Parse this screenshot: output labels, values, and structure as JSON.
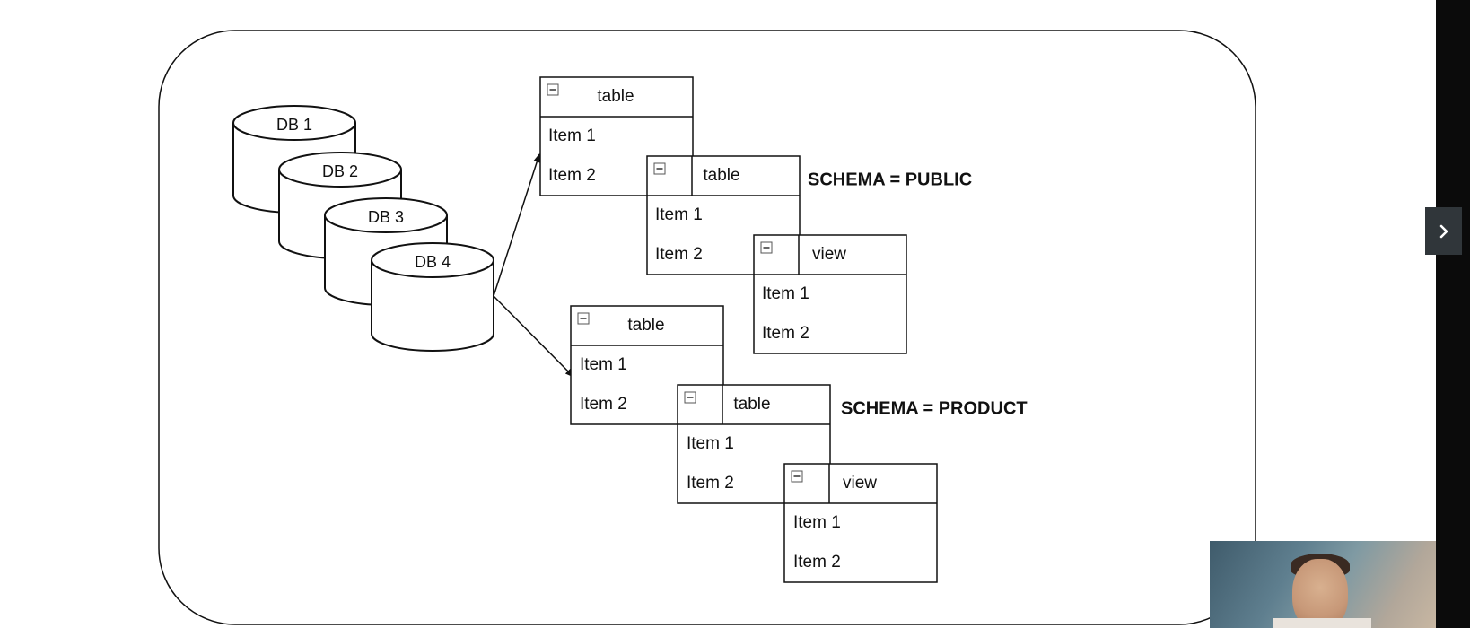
{
  "diagram": {
    "databases": [
      "DB 1",
      "DB 2",
      "DB 3",
      "DB 4"
    ],
    "schemas": [
      {
        "label": "SCHEMA = PUBLIC",
        "objects": [
          {
            "title": "table",
            "items": [
              "Item 1",
              "Item 2"
            ]
          },
          {
            "title": "table",
            "items": [
              "Item 1",
              "Item 2"
            ]
          },
          {
            "title": "view",
            "items": [
              "Item 1",
              "Item 2"
            ]
          }
        ]
      },
      {
        "label": "SCHEMA = PRODUCT",
        "objects": [
          {
            "title": "table",
            "items": [
              "Item 1",
              "Item 2"
            ]
          },
          {
            "title": "table",
            "items": [
              "Item 1",
              "Item 2"
            ]
          },
          {
            "title": "view",
            "items": [
              "Item 1",
              "Item 2"
            ]
          }
        ]
      }
    ]
  },
  "ui": {
    "expand_tab_icon": "chevron-right-icon"
  }
}
